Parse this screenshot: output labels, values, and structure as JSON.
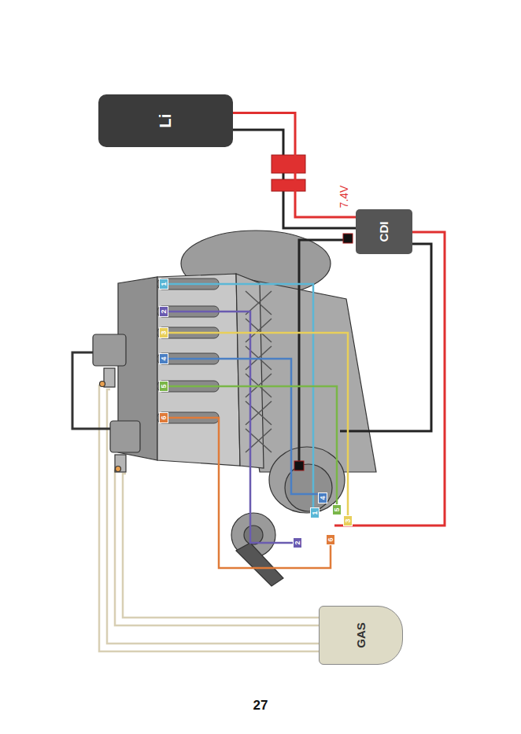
{
  "diagram": {
    "nodes": [
      {
        "text": [
          "Li"
        ]
      },
      {
        "text": [
          "CDI"
        ]
      },
      {
        "text": [
          "GAS"
        ]
      }
    ],
    "edges": [
      {
        "from": 0,
        "to": 1,
        "label": "7.4V",
        "arrow": "none"
      }
    ],
    "labels": [
      "1",
      "2",
      "3",
      "4",
      "5",
      "6",
      "1",
      "2",
      "3",
      "4",
      "5",
      "6",
      "27"
    ]
  }
}
